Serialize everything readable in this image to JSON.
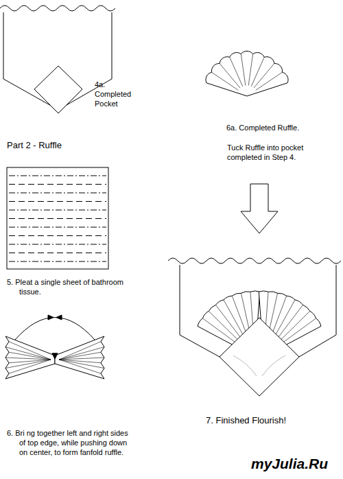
{
  "diagram": {
    "labels": [
      "4a. Completed Pocket",
      "6a. Completed Ruffle.",
      "Tuck Ruffle into pocket completed in Step 4.",
      "Part 2 - Ruffle",
      "5. Pleat a single sheet of bathroom tissue.",
      "6. Bri ng together left and right sides of top edge, while pushing down on center, to form fanfold ruffle.",
      "7. Finished Flourish!",
      "myJulia.Ru"
    ]
  }
}
